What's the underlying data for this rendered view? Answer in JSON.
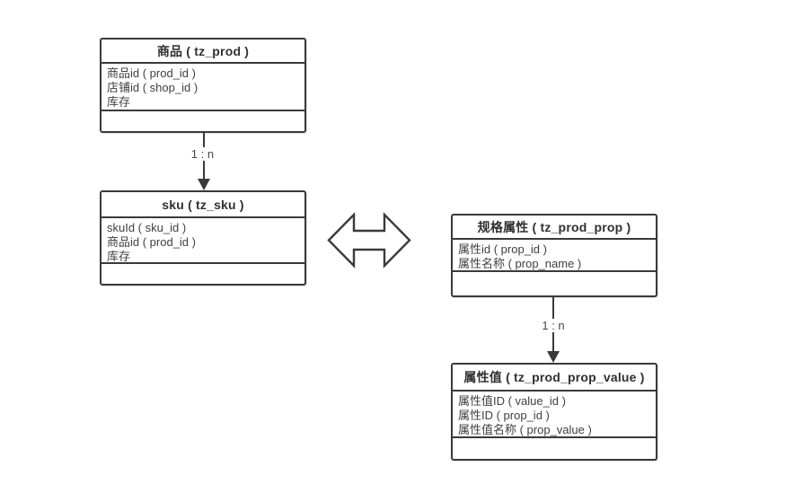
{
  "diagram": {
    "colors": {
      "line": "#3a3a3a",
      "text": "#3f3f3f",
      "background": "#ffffff"
    },
    "entities": [
      {
        "title": "商品 ( tz_prod )",
        "fields": [
          "商品id ( prod_id )",
          "店铺id ( shop_id )",
          "库存"
        ]
      },
      {
        "title": "sku ( tz_sku )",
        "fields": [
          "skuId ( sku_id )",
          "商品id ( prod_id )",
          "库存"
        ]
      },
      {
        "title": "规格属性 ( tz_prod_prop )",
        "fields": [
          "属性id ( prop_id )",
          "属性名称 ( prop_name )"
        ]
      },
      {
        "title": "属性值 ( tz_prod_prop_value )",
        "fields": [
          "属性值ID ( value_id )",
          "属性ID ( prop_id )",
          "属性值名称 ( prop_value )"
        ]
      }
    ],
    "relations": [
      {
        "label": "1 : n"
      },
      {
        "label": "1 : n"
      }
    ],
    "icons": {
      "double_arrow": "double-arrow"
    }
  }
}
